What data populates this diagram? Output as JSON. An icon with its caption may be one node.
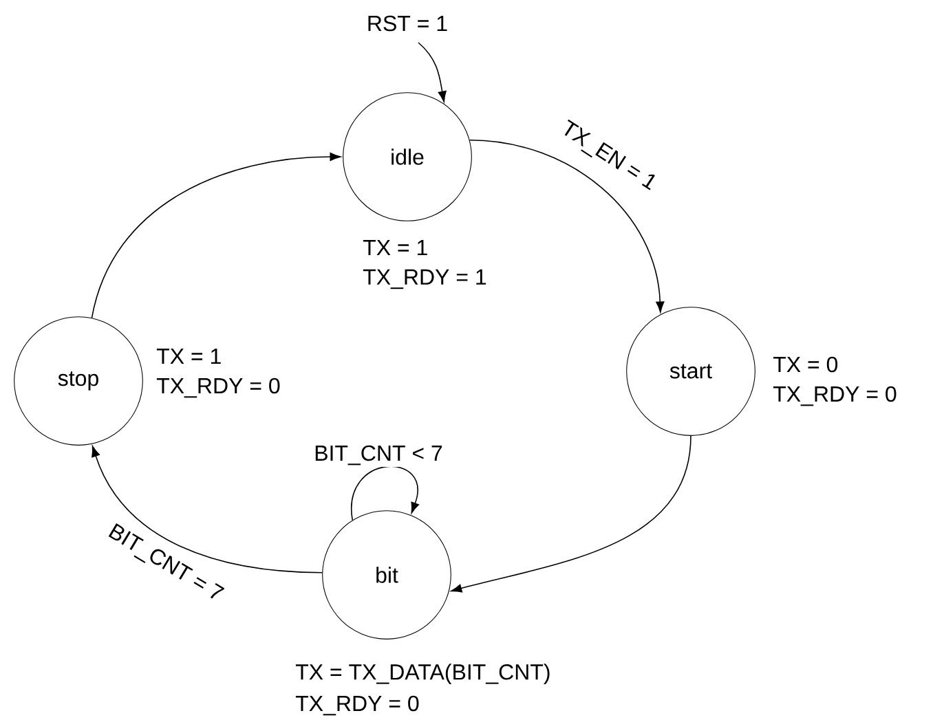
{
  "diagram": {
    "nodes": [
      {
        "text": [
          "idle"
        ],
        "beside": [
          "TX = 1",
          "TX_RDY = 1"
        ]
      },
      {
        "text": [
          "start"
        ],
        "beside": [
          "TX = 0",
          "TX_RDY = 0"
        ]
      },
      {
        "text": [
          "bit"
        ],
        "beside": [
          "TX = TX_DATA(BIT_CNT)",
          "TX_RDY = 0"
        ]
      },
      {
        "text": [
          "stop"
        ],
        "beside": [
          "TX = 1",
          "TX_RDY = 0"
        ]
      }
    ],
    "edges": [
      {
        "from": null,
        "to": 0,
        "arrow": "to",
        "label": "RST = 1"
      },
      {
        "from": 0,
        "to": 1,
        "arrow": "to",
        "label": "TX_EN = 1"
      },
      {
        "from": 1,
        "to": 2,
        "arrow": "to"
      },
      {
        "from": 2,
        "to": 2,
        "arrow": "to",
        "label": "BIT_CNT < 7"
      },
      {
        "from": 2,
        "to": 3,
        "arrow": "to",
        "label": "BIT_CNT = 7"
      },
      {
        "from": 3,
        "to": 0,
        "arrow": "to"
      }
    ]
  }
}
